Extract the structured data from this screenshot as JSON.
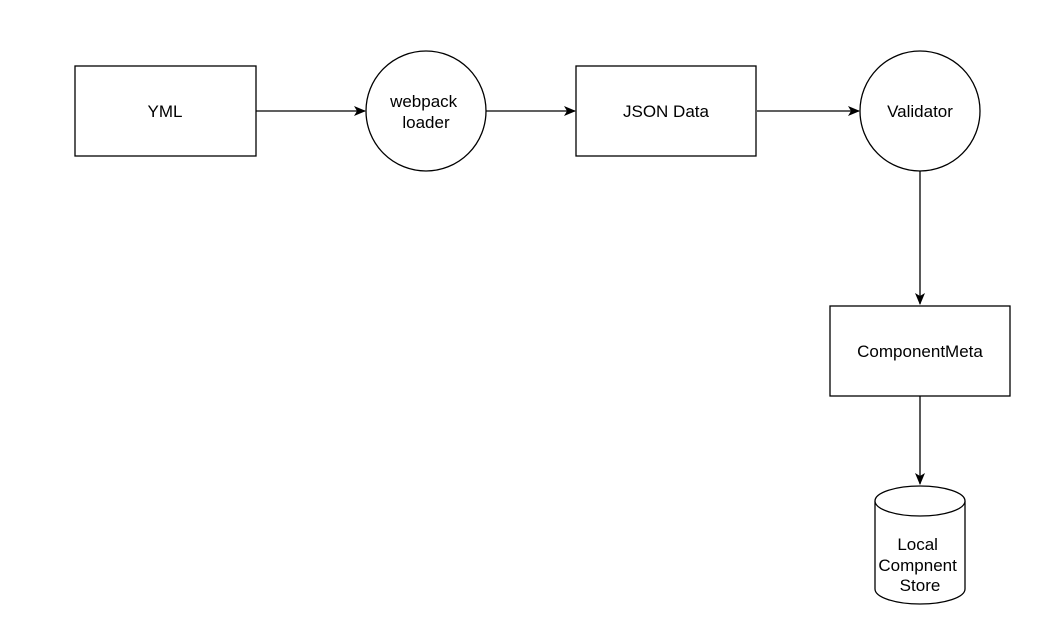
{
  "diagram": {
    "nodes": {
      "yml": {
        "lines": [
          "YML"
        ]
      },
      "webpack_loader": {
        "lines": [
          "webpack",
          "loader"
        ]
      },
      "json_data": {
        "lines": [
          "JSON Data"
        ]
      },
      "validator": {
        "lines": [
          "Validator"
        ]
      },
      "component_meta": {
        "lines": [
          "ComponentMeta"
        ]
      },
      "local_store": {
        "lines": [
          "Local",
          "Compnent",
          "Store"
        ]
      }
    },
    "edges": [
      {
        "from": "yml",
        "to": "webpack_loader"
      },
      {
        "from": "webpack_loader",
        "to": "json_data"
      },
      {
        "from": "json_data",
        "to": "validator"
      },
      {
        "from": "validator",
        "to": "component_meta"
      },
      {
        "from": "component_meta",
        "to": "local_store"
      }
    ],
    "colors": {
      "stroke": "#000000",
      "fill": "#ffffff",
      "text": "#000000"
    }
  }
}
